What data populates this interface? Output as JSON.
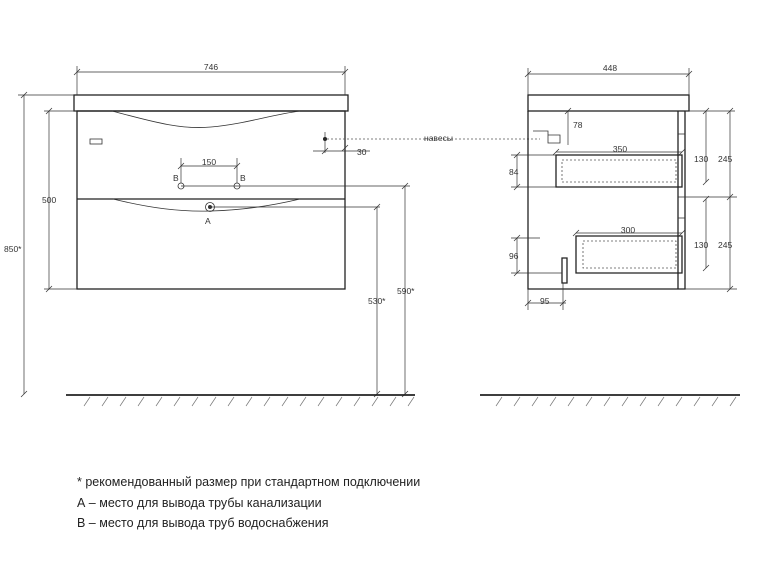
{
  "front_view": {
    "width": "746",
    "height_cabinet": "500",
    "height_total": "850*",
    "pipes_spacing": "150",
    "label_b_left": "В",
    "label_b_right": "В",
    "label_a": "А",
    "hinge_offset": "30",
    "hinge_label": "навесы",
    "drain_height": "530*",
    "water_height": "590*"
  },
  "side_view": {
    "depth": "448",
    "hinge_depth": "78",
    "drawer_top_depth": "350",
    "drawer_top_height": "84",
    "drawer_bottom_depth": "300",
    "drawer_bottom_height": "96",
    "bottom_offset": "95",
    "section_130_top": "130",
    "section_245_top": "245",
    "section_130_bottom": "130",
    "section_245_bottom": "245"
  },
  "notes": [
    "* рекомендованный размер при стандартном подключении",
    "А – место для вывода трубы канализации",
    "В – место для вывода труб водоснабжения"
  ]
}
